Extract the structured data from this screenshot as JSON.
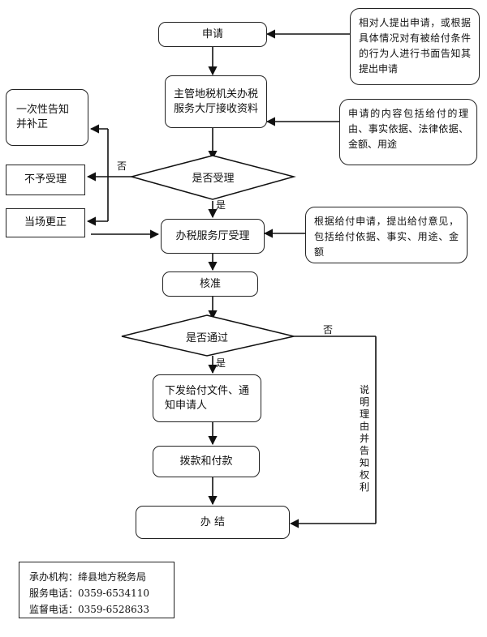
{
  "flow": {
    "apply": "申请",
    "receive": "主管地税机关办税服务大厅接收资料",
    "decision_accept": "是否受理",
    "hall_accept": "办税服务厅受理",
    "approve": "核准",
    "decision_pass": "是否通过",
    "issue": "下发给付文件、通知申请人",
    "pay": "拨款和付款",
    "finish": "办 结"
  },
  "side": {
    "supplement": "一次性告知并补正",
    "reject": "不予受理",
    "correct": "当场更正"
  },
  "notes": {
    "apply_note": "相对人提出申请，或根据具体情况对有被给付条件的行为人进行书面告知其提出申请",
    "content_note": "申请的内容包括给付的理由、事实依据、法律依据、金额、用途",
    "accept_note": "根据给付申请，提出给付意见，包括给付依据、事实、用途、金额"
  },
  "labels": {
    "no1": "否",
    "yes1": "是",
    "no2": "否",
    "yes2": "是",
    "explain": "说明理由并告知权利"
  },
  "info": {
    "org": "承办机构：绛县地方税务局",
    "service": "服务电话：0359-6534110",
    "supervise": "监督电话：0359-6528633"
  }
}
